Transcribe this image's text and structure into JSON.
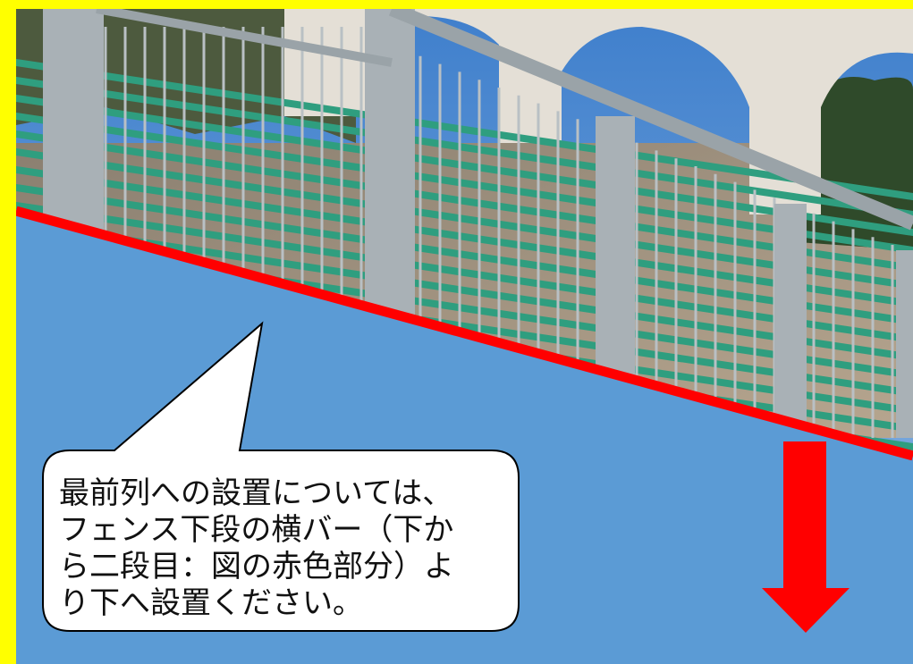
{
  "annotation": {
    "lines": [
      "最前列への設置については、",
      "フェンス下段の横バー（下か",
      "ら二段目：図の赤色部分）よ",
      "り下へ設置ください。"
    ]
  },
  "colors": {
    "frame_border": "#ffff00",
    "overlay_blue": "#5b9bd5",
    "marker_red": "#ff0000",
    "fence_green": "#2f9e7f",
    "fence_gray": "#b9c0c4",
    "sky": "#4f8fd6",
    "bubble_fill": "#ffffff",
    "bubble_stroke": "#000000"
  },
  "icons": {
    "arrow": "down-arrow-icon"
  }
}
